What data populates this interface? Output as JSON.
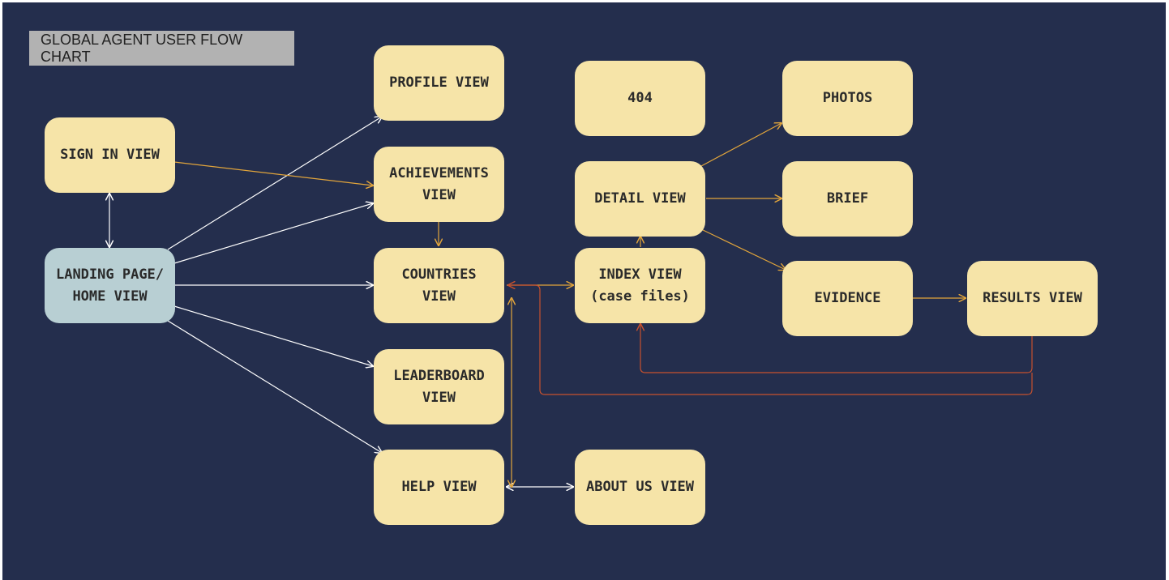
{
  "title": "GLOBAL AGENT USER FLOW CHART",
  "colors": {
    "background": "#242e4d",
    "node_fill": "#f6e4a8",
    "home_fill": "#b8cfd3",
    "edge_white": "#ffffff",
    "edge_orange": "#e2a53b",
    "edge_red": "#c7512e"
  },
  "nodes": {
    "sign_in": "SIGN IN VIEW",
    "landing": "LANDING PAGE/\nHOME VIEW",
    "profile": "PROFILE VIEW",
    "achievements": "ACHIEVEMENTS\nVIEW",
    "countries": "COUNTRIES\nVIEW",
    "leaderboard": "LEADERBOARD\nVIEW",
    "help": "HELP VIEW",
    "not_found": "404",
    "detail": "DETAIL VIEW",
    "index": "INDEX VIEW\n(case files)",
    "about": "ABOUT US VIEW",
    "photos": "PHOTOS",
    "brief": "BRIEF",
    "evidence": "EVIDENCE",
    "results": "RESULTS VIEW"
  }
}
